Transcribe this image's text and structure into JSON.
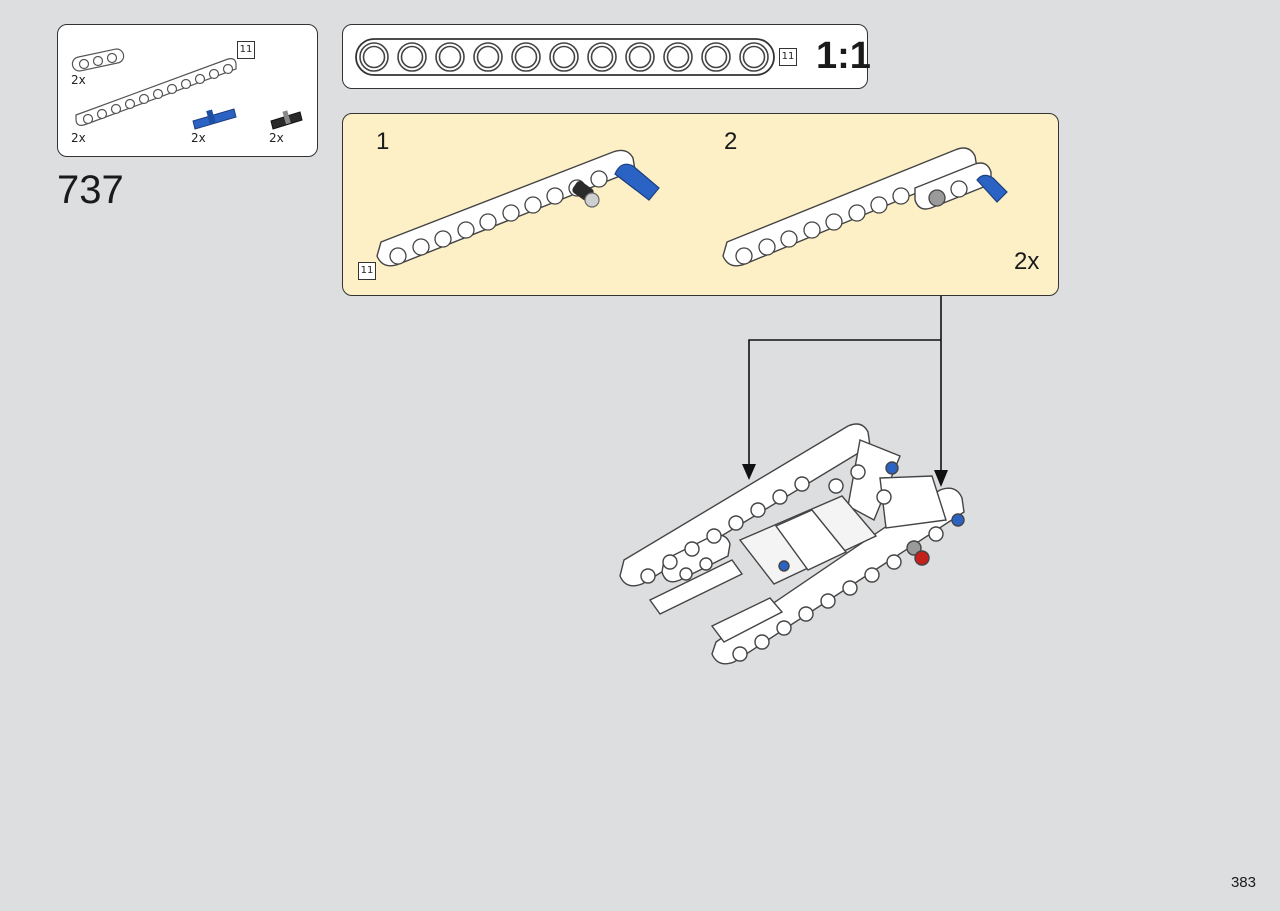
{
  "parts_list": {
    "items": [
      {
        "name": "beam-3",
        "qty": "2x"
      },
      {
        "name": "beam-11",
        "qty": "2x",
        "length": "11"
      },
      {
        "name": "axle-pin-blue",
        "qty": "2x"
      },
      {
        "name": "friction-pin-black",
        "qty": "2x"
      }
    ]
  },
  "ruler": {
    "length": "11",
    "scale": "1:1"
  },
  "step": {
    "number": "737"
  },
  "sub_assembly": {
    "steps": [
      {
        "number": "1",
        "beam_length": "11"
      },
      {
        "number": "2"
      }
    ],
    "multiplier": "2x"
  },
  "page": {
    "number": "383"
  },
  "colors": {
    "background": "#dddee0",
    "callout": "#fdf0c6",
    "beam": "#ffffff",
    "pin_blue": "#2a63c4",
    "pin_black": "#2a2a2a",
    "pin_red": "#c4201c"
  }
}
